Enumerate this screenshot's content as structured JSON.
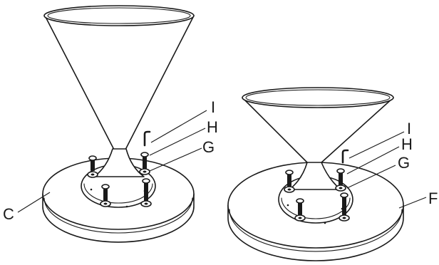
{
  "labels": {
    "left_base": "C",
    "right_base": "F",
    "left_key": "I",
    "left_bolt": "H",
    "left_washer": "G",
    "right_key": "I",
    "right_bolt": "H",
    "right_washer": "G"
  }
}
